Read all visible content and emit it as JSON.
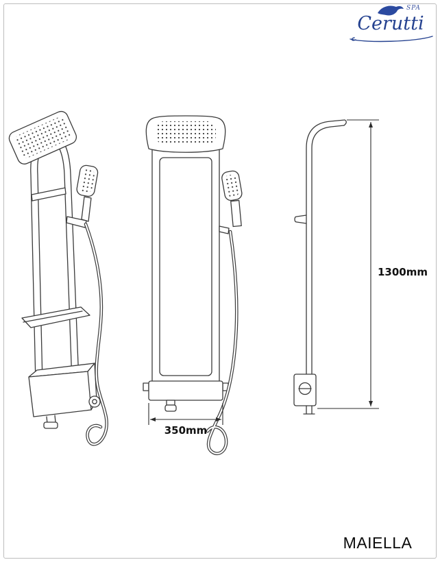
{
  "page": {
    "background": "#ffffff",
    "border_color": "#bdbdbd"
  },
  "brand": {
    "name": "Cerutti",
    "tagline": "SPA",
    "color": "#24418f"
  },
  "product": {
    "name": "MAIELLA"
  },
  "dimensions": {
    "width_label": "350mm",
    "height_label": "1300mm"
  },
  "drawing": {
    "line_color": "#3a3a3a",
    "views": [
      "perspective",
      "front",
      "side"
    ]
  }
}
